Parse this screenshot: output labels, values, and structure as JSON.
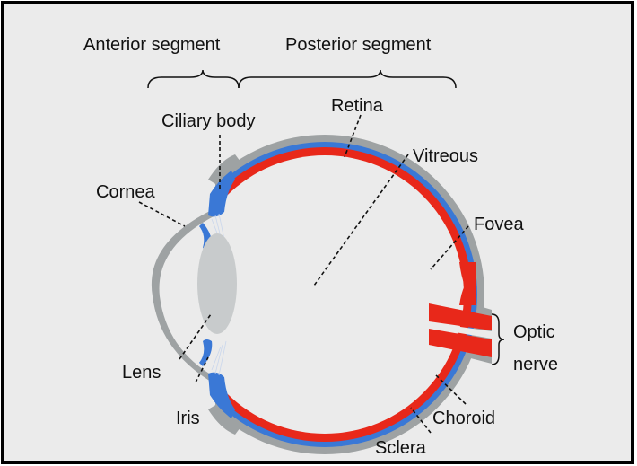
{
  "colors": {
    "background": "#ebebeb",
    "frame": "#000000",
    "sclera": "#9ea2a3",
    "choroid": "#3a78d6",
    "retina": "#e8281a",
    "lens": "#c8cbcc",
    "interior": "#ebebeb"
  },
  "labels": {
    "anterior_segment": "Anterior segment",
    "posterior_segment": "Posterior segment",
    "ciliary_body": "Ciliary body",
    "retina": "Retina",
    "vitreous": "Vitreous",
    "cornea": "Cornea",
    "fovea": "Fovea",
    "optic": "Optic",
    "nerve": "nerve",
    "lens": "Lens",
    "iris": "Iris",
    "choroid": "Choroid",
    "sclera": "Sclera"
  }
}
